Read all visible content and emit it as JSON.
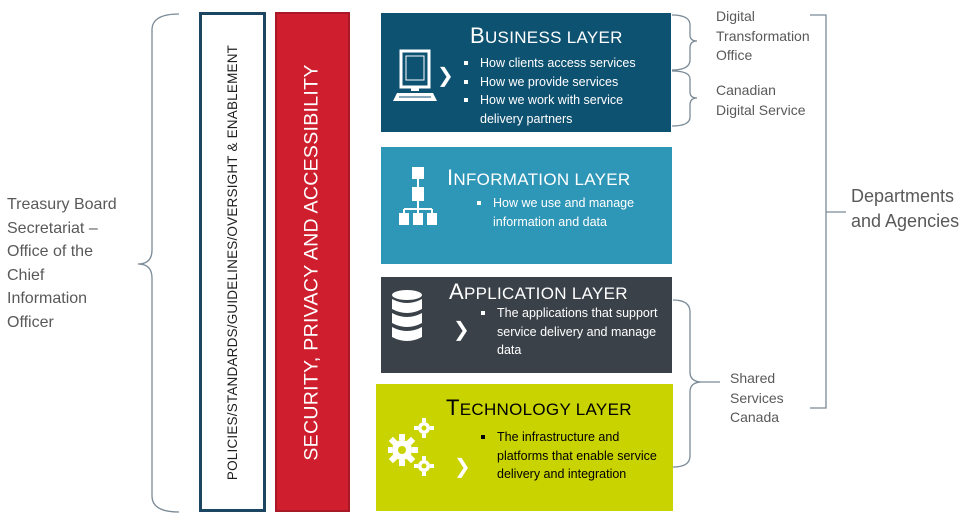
{
  "left_label": [
    "Treasury Board",
    "Secretariat –",
    "Office of the",
    "Chief",
    "Information",
    "Officer"
  ],
  "policy_bar": "POLICIES/STANDARDS/GUIDELINES/OVERSIGHT & ENABLEMENT",
  "security_bar": "SECURITY, PRIVACY AND ACCESSIBILITY",
  "layers": {
    "business": {
      "cap": "B",
      "rest": "USINESS LAYER",
      "bullets": [
        "How clients access services",
        "How we provide services",
        "How we work with service delivery partners"
      ],
      "icon": "computer-icon"
    },
    "information": {
      "cap": "I",
      "rest": "NFORMATION LAYER",
      "bullets": [
        "How we use and manage information and data"
      ],
      "icon": "hierarchy-icon"
    },
    "application": {
      "cap": "A",
      "rest": "PPLICATION LAYER",
      "bullets": [
        "The applications that support service delivery and manage data"
      ],
      "icon": "database-icon"
    },
    "technology": {
      "cap": "T",
      "rest": "ECHNOLOGY LAYER",
      "bullets": [
        "The infrastructure and platforms that enable service delivery and integration"
      ],
      "icon": "gears-icon"
    }
  },
  "right_labels": {
    "dto": [
      "Digital",
      "Transformation",
      "Office"
    ],
    "cds": [
      "Canadian",
      "Digital Service"
    ],
    "ssc": [
      "Shared",
      "Services",
      "Canada"
    ],
    "departments": [
      "Departments",
      "and Agencies"
    ]
  },
  "colors": {
    "business": "#0e5272",
    "information": "#2e96b7",
    "application": "#3a4149",
    "technology": "#c9d300",
    "security": "#cf1f2e",
    "policy_border": "#1b4560",
    "brace": "#7a8a96"
  }
}
